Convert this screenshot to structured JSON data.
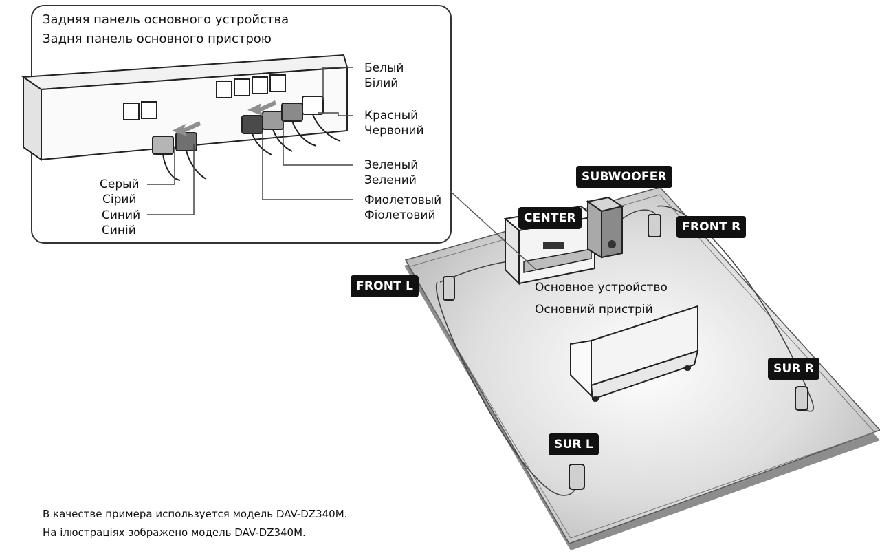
{
  "inset": {
    "title_ru": "Задняя панель основного устройства",
    "title_uk": "Задня панель основного пристрою"
  },
  "plugs": {
    "white": {
      "ru": "Белый",
      "uk": "Білий",
      "color": "#ffffff"
    },
    "red": {
      "ru": "Красный",
      "uk": "Червоний",
      "color": "#8a8a8a"
    },
    "green": {
      "ru": "Зеленый",
      "uk": "Зелений",
      "color": "#9c9c9c"
    },
    "violet": {
      "ru": "Фиолетовый",
      "uk": "Фіолетовий",
      "color": "#4a4a4a"
    },
    "gray": {
      "ru": "Серый",
      "uk": "Сірий",
      "color": "#b5b5b5"
    },
    "blue": {
      "ru": "Синий",
      "uk": "Синій",
      "color": "#707070"
    }
  },
  "speakers": {
    "subwoofer": "SUBWOOFER",
    "center": "CENTER",
    "front_r": "FRONT R",
    "front_l": "FRONT L",
    "sur_r": "SUR R",
    "sur_l": "SUR L"
  },
  "main_unit": {
    "ru": "Основное устройство",
    "uk": "Основний пристрій"
  },
  "notes": {
    "ru": "В качестве примера используется модель DAV-DZ340M.",
    "uk": "На ілюстраціях зображено модель DAV-DZ340M."
  },
  "colors": {
    "badge_bg": "#111111",
    "floor": "#cfcfcf",
    "floor_edge": "#9a9a9a"
  }
}
